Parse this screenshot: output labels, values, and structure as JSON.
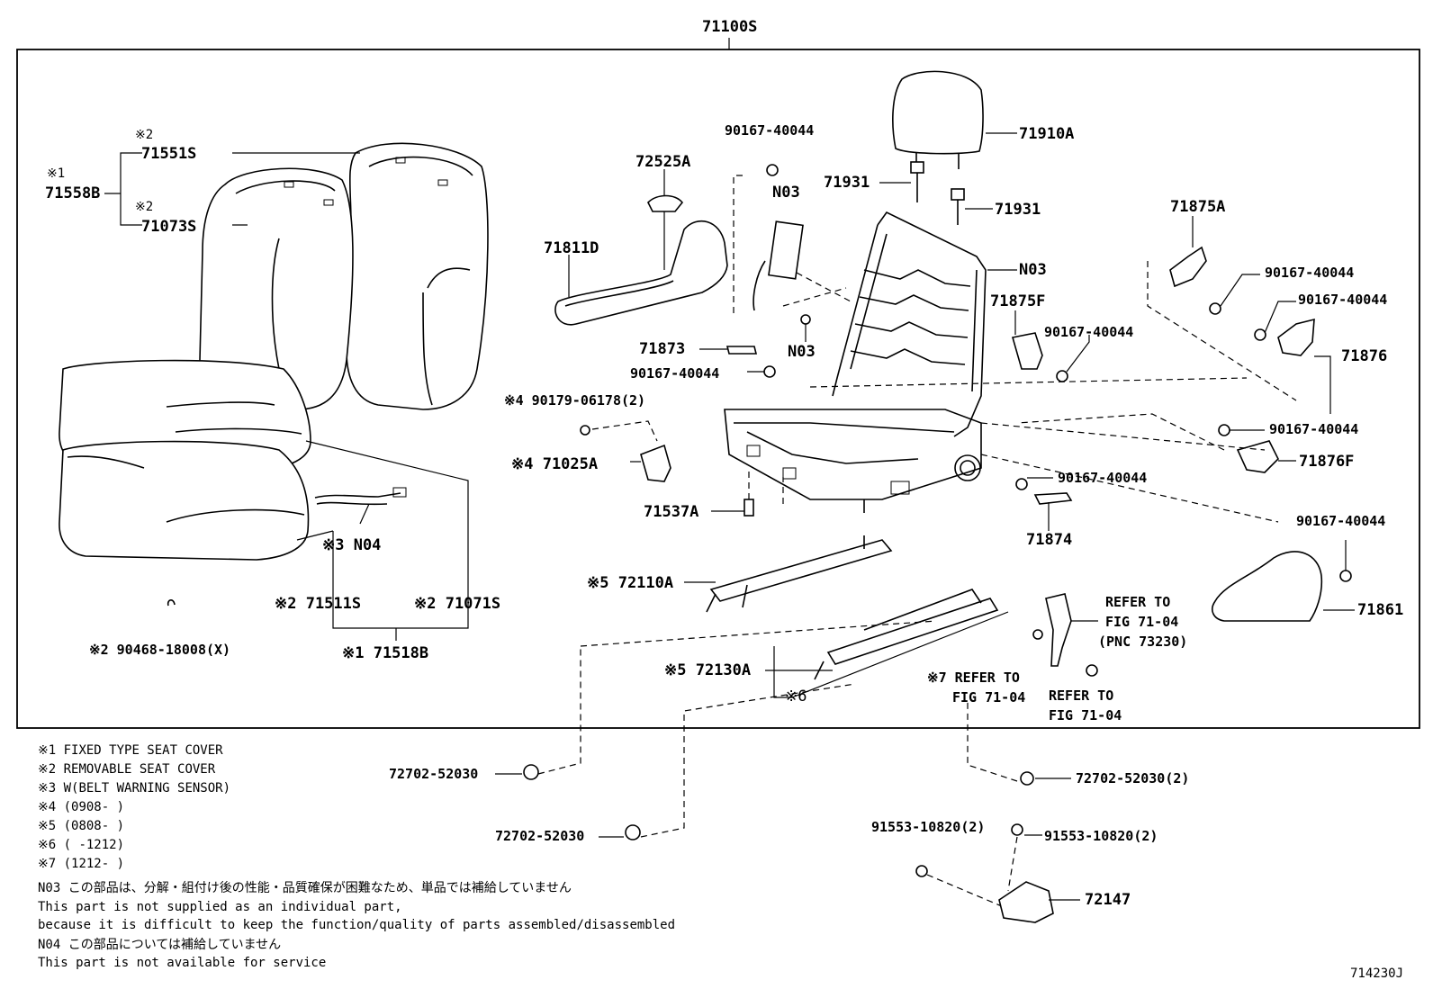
{
  "diagram_id": "714230J",
  "assembly": "71100S",
  "labels": {
    "l71551S": "71551S",
    "l71558B": "71558B",
    "l71073S": "71073S",
    "m1a": "※1",
    "m2a": "※2",
    "m2b": "※2",
    "l72525A": "72525A",
    "l90167a": "90167-40044",
    "lN03a": "N03",
    "l71910A": "71910A",
    "l71931a": "71931",
    "l71931b": "71931",
    "l71811D": "71811D",
    "lN03b": "N03",
    "l71875A": "71875A",
    "l90167b": "90167-40044",
    "l90167c": "90167-40044",
    "l71875F": "71875F",
    "l90167d": "90167-40044",
    "lN03c": "N03",
    "l71873": "71873",
    "l71876": "71876",
    "l90167e": "90167-40044",
    "l90179": "※4 90179-06178(2)",
    "l90167f": "90167-40044",
    "l71876F": "71876F",
    "l71025A": "※4 71025A",
    "l90167g": "90167-40044",
    "l71537A": "71537A",
    "l71874": "71874",
    "l90167h": "90167-40044",
    "lN04": "※3 N04",
    "l72110A": "※5 72110A",
    "l71861": "71861",
    "l71511S": "※2 71511S",
    "l71071S": "※2 71071S",
    "lRefer1a": "REFER TO",
    "lRefer1b": "FIG 71-04",
    "lRefer1c": "(PNC 73230)",
    "l90468": "※2 90468-18008(X)",
    "l71518B": "※1 71518B",
    "l72130A": "※5 72130A",
    "lRefer2a": "※7 REFER TO",
    "lRefer2b": "FIG 71-04",
    "lRefer3a": "REFER TO",
    "lRefer3b": "FIG 71-04",
    "l6": "※6",
    "l72702a": "72702-52030",
    "l72702b": "72702-52030(2)",
    "l72702c": "72702-52030",
    "l91553a": "91553-10820(2)",
    "l91553b": "91553-10820(2)",
    "l72147": "72147"
  },
  "notes": [
    "※1 FIXED TYPE SEAT COVER",
    "※2 REMOVABLE SEAT COVER",
    "※3 W(BELT WARNING SENSOR)",
    "※4 (0908-     )",
    "※5 (0808-     )",
    "※6 (     -1212)",
    "※7 (1212-     )",
    "N03  この部品は、分解・組付け後の性能・品質確保が困難なため、単品では補給していません",
    "     This part is not supplied as an individual part,",
    "     because it is difficult to keep the function/quality of parts assembled/disassembled",
    "N04  この部品については補給していません",
    "     This part is not available for service"
  ]
}
